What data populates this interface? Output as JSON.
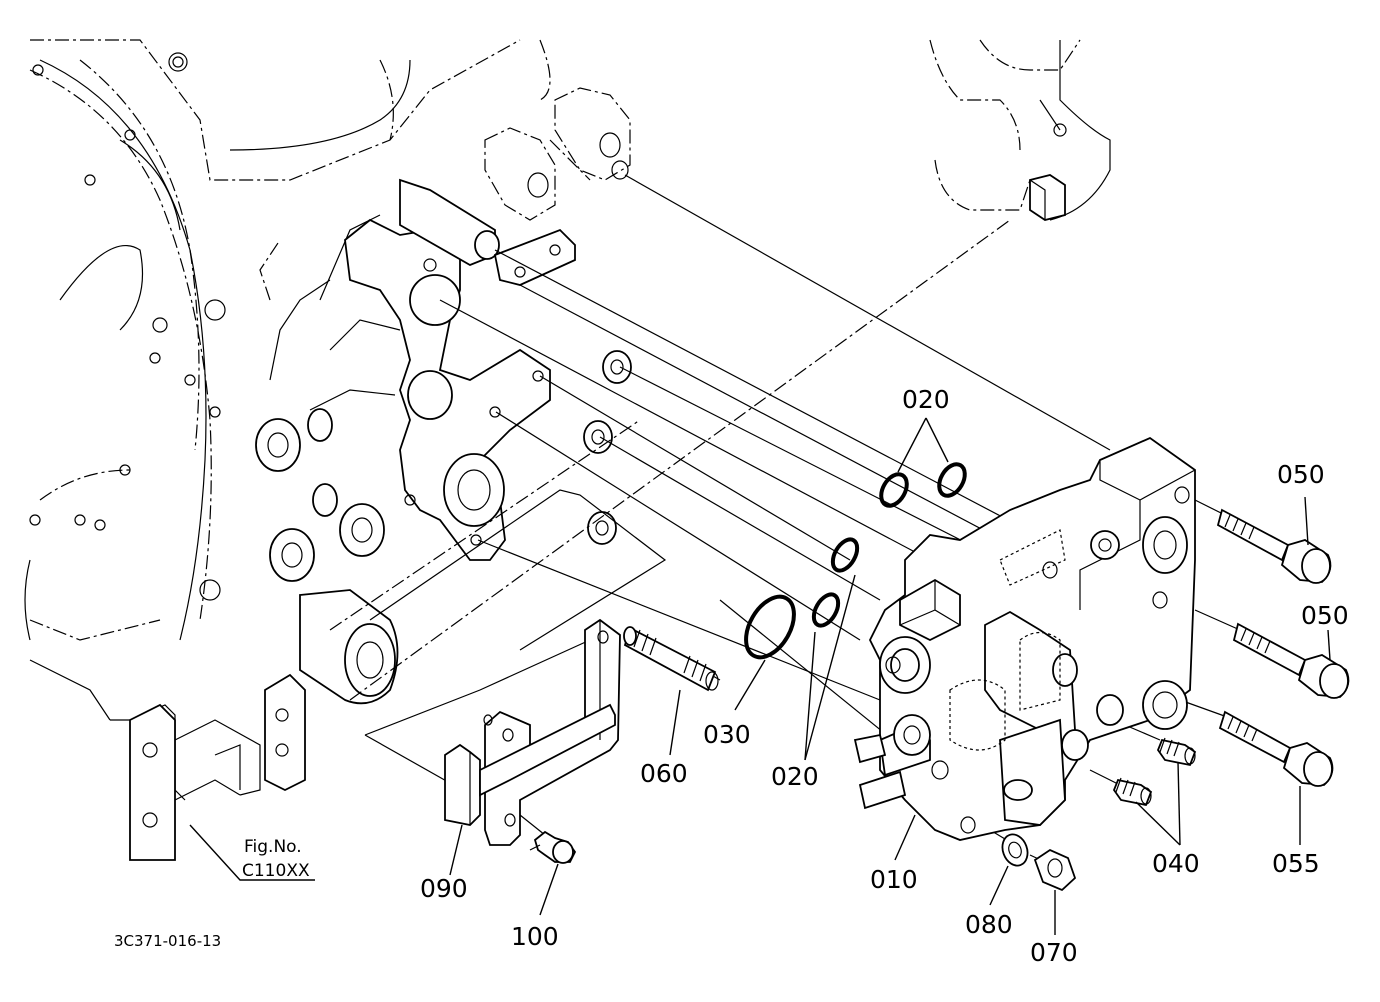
{
  "drawing_id": "3C371-016-13",
  "figure_label": "Fig.No.",
  "figure_number": "C110XX",
  "callouts": {
    "p010": "010",
    "p020_top": "020",
    "p020_bottom": "020",
    "p030": "030",
    "p040": "040",
    "p050_a": "050",
    "p050_b": "050",
    "p055": "055",
    "p060": "060",
    "p070": "070",
    "p080": "080",
    "p090": "090",
    "p100": "100"
  }
}
